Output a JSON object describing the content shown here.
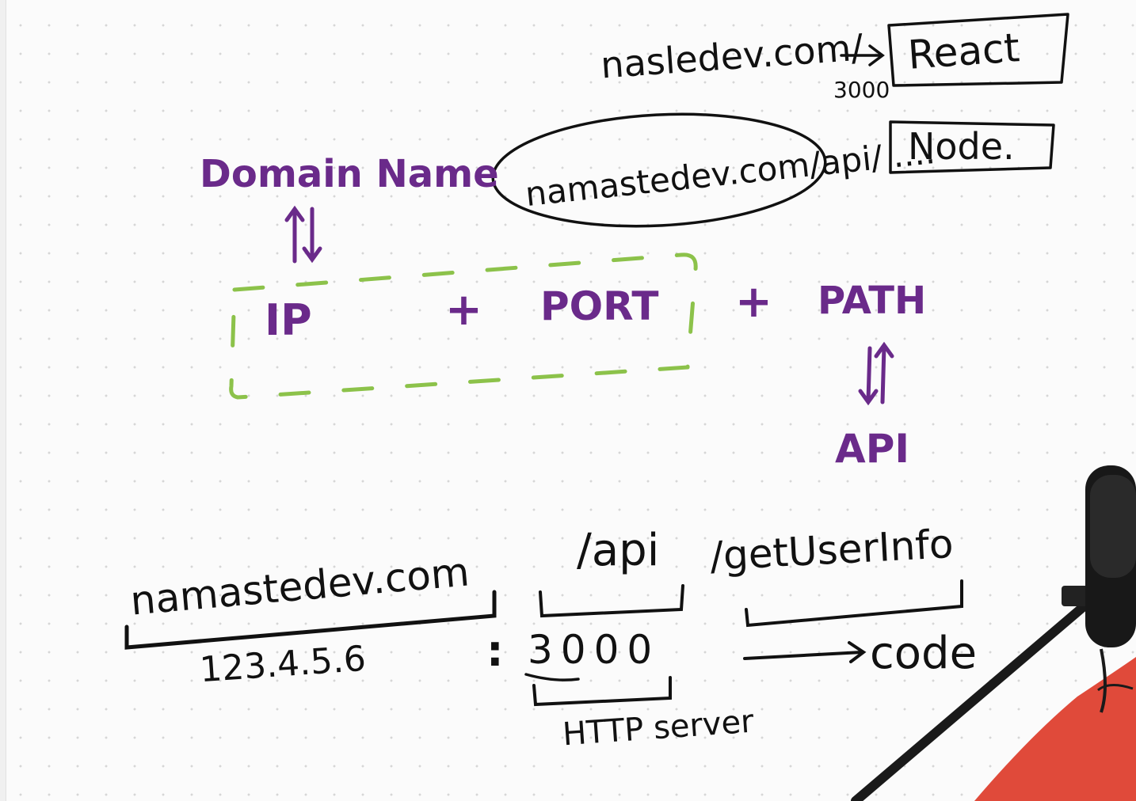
{
  "top": {
    "url_react": "nasledev.com/",
    "react_label": "React",
    "port_note": "3000",
    "url_api": "namastedev.com/api/ ....",
    "node_label": "Node."
  },
  "middle": {
    "domain_name": "Domain Name",
    "ip": "IP",
    "plus_1": "+",
    "port": "PORT",
    "plus_2": "+",
    "path": "PATH",
    "api": "API"
  },
  "bottom": {
    "domain": "namastedev.com",
    "ip_address": "123.4.5.6",
    "colon": ":",
    "port_number": "3000",
    "http_server": "HTTP server",
    "api_segment": "/api",
    "info_segment": "/getUserInfo",
    "code": "code"
  },
  "colors": {
    "ink": "#111111",
    "purple": "#6a2a8a",
    "green_dash": "#8cc24a",
    "shirt": "#e04a3a"
  },
  "icons": [
    "microphone-icon"
  ]
}
